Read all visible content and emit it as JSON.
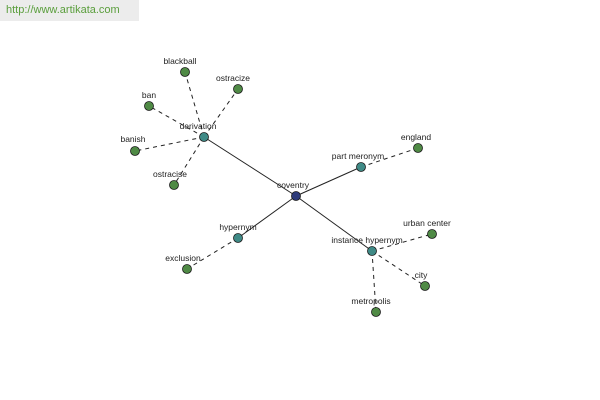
{
  "watermark": "http://www.artikata.com",
  "colors": {
    "center": "#2d3a7a",
    "relation": "#3f8a86",
    "leaf": "#4f8a45",
    "edge": "#222222"
  },
  "graph": {
    "center": "coventry",
    "relations": [
      {
        "id": "derivation",
        "label": "derivation",
        "leaves": [
          "blackball",
          "ostracize",
          "ban",
          "banish",
          "ostracise"
        ]
      },
      {
        "id": "part-meronym",
        "label": "part meronym",
        "leaves": [
          "england"
        ]
      },
      {
        "id": "hypernym",
        "label": "hypernym",
        "leaves": [
          "exclusion"
        ]
      },
      {
        "id": "instance-hypernym",
        "label": "instance hypernym",
        "leaves": [
          "urban center",
          "city",
          "metropolis"
        ]
      }
    ]
  }
}
